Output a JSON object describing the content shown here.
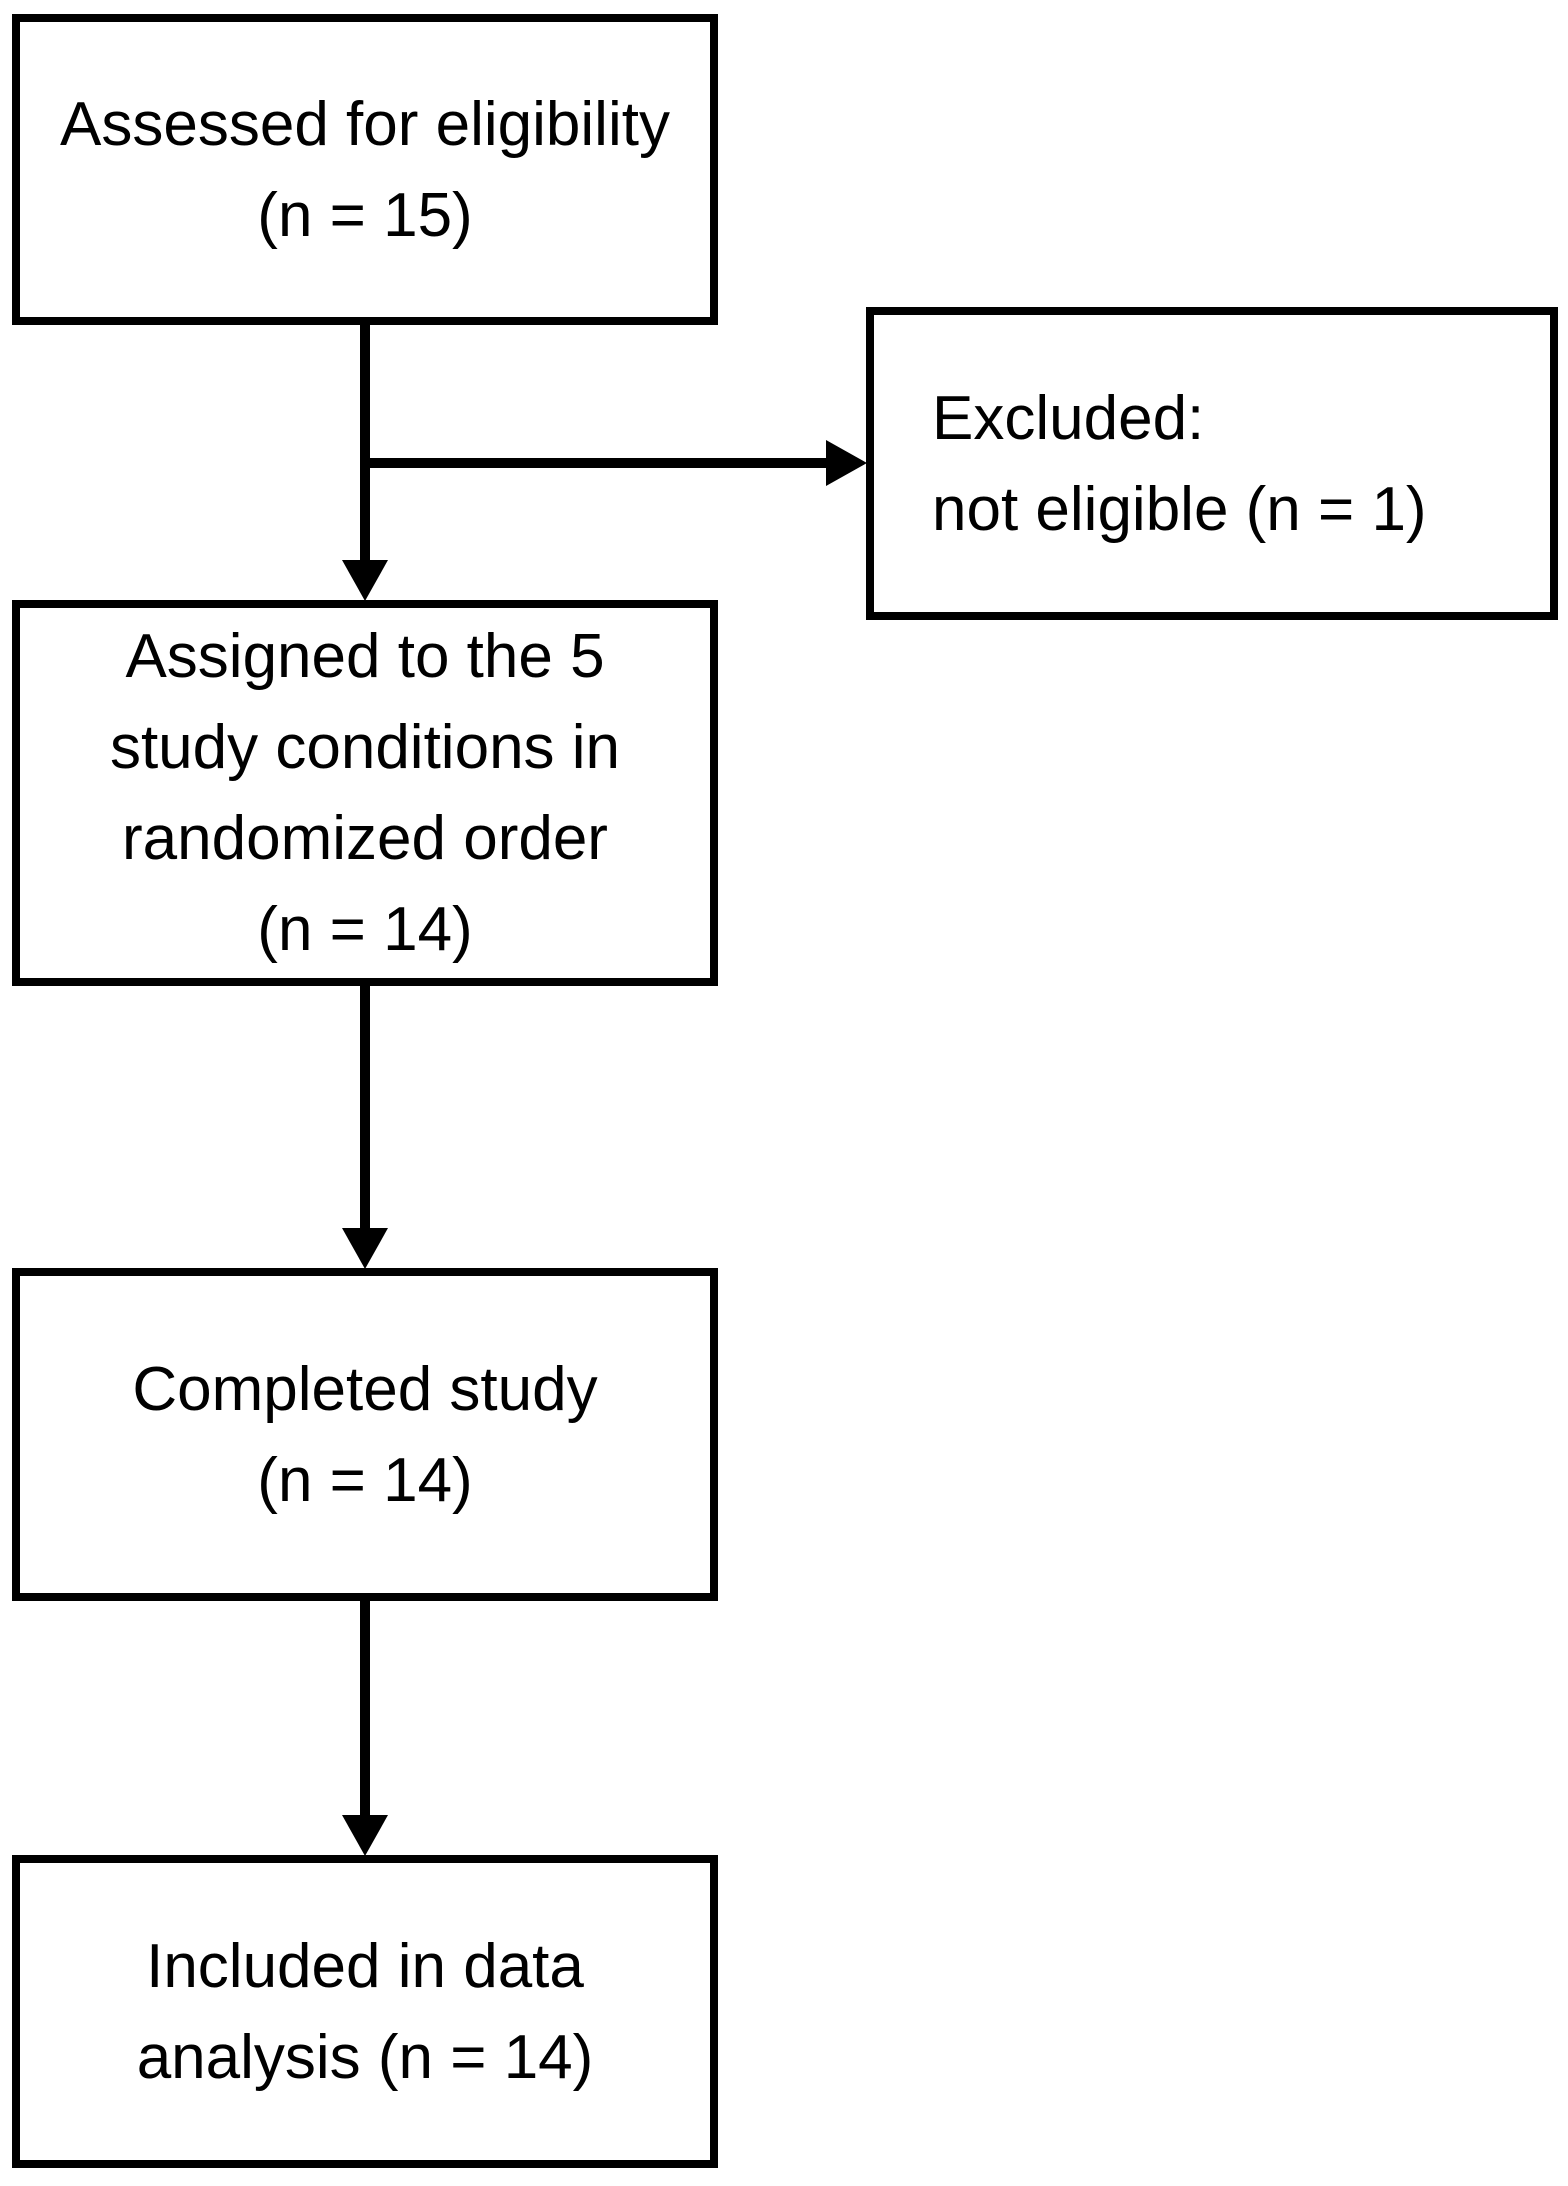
{
  "diagram": {
    "type": "flowchart",
    "colors": {
      "background": "#ffffff",
      "box_border": "#000000",
      "text": "#000000",
      "arrow": "#000000"
    },
    "boxes": [
      {
        "id": "assessed",
        "align": "center",
        "lines": [
          "Assessed for eligibility",
          "(n = 15)"
        ]
      },
      {
        "id": "excluded",
        "align": "left",
        "lines": [
          "Excluded:",
          "not eligible (n = 1)"
        ]
      },
      {
        "id": "assigned",
        "align": "center",
        "lines": [
          "Assigned to the 5",
          "study conditions in",
          "randomized order",
          "(n = 14)"
        ]
      },
      {
        "id": "completed",
        "align": "center",
        "lines": [
          "Completed study",
          "(n = 14)"
        ]
      },
      {
        "id": "included",
        "align": "center",
        "lines": [
          "Included in data",
          "analysis (n = 14)"
        ]
      }
    ],
    "arrows": [
      {
        "from": "assessed",
        "to": "assigned",
        "direction": "down"
      },
      {
        "from": "assessed",
        "to": "excluded",
        "direction": "right"
      },
      {
        "from": "assigned",
        "to": "completed",
        "direction": "down"
      },
      {
        "from": "completed",
        "to": "included",
        "direction": "down"
      }
    ]
  }
}
